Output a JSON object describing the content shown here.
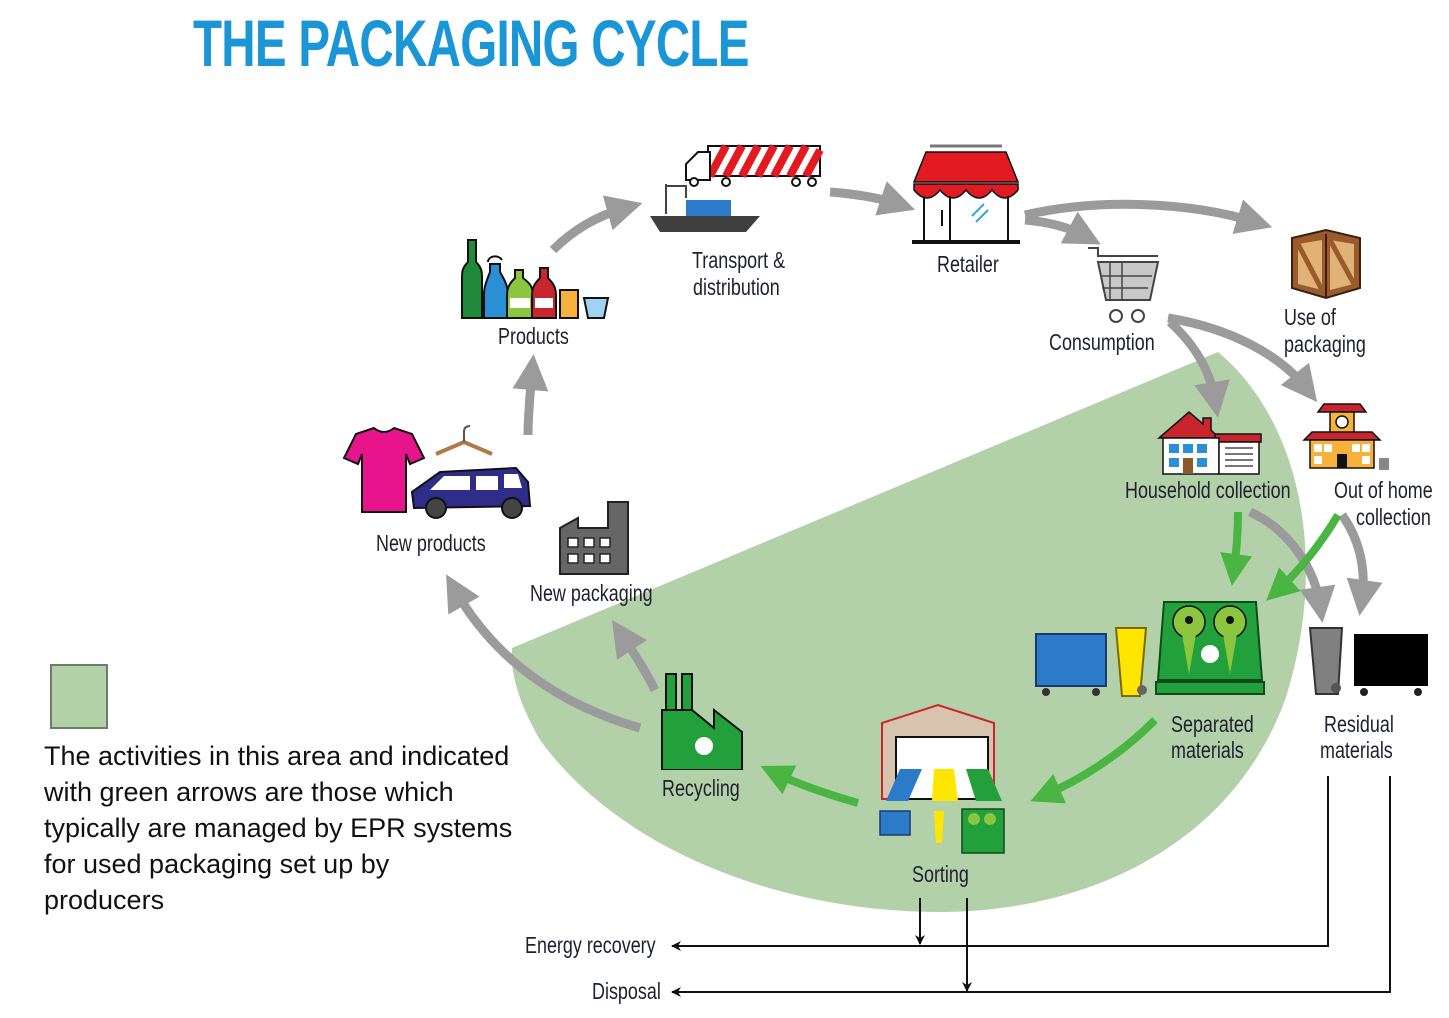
{
  "title": "THE PACKAGING CYCLE",
  "colors": {
    "title": "#1a95d6",
    "epr_area": "#b3d1a8",
    "gray_arrow": "#9b9b9b",
    "green_arrow": "#4bb543",
    "flow_line": "#111111"
  },
  "stages": {
    "products": {
      "label": "Products",
      "icon": "bottles-icon"
    },
    "transport": {
      "label_line1": "Transport &",
      "label_line2": "distribution",
      "icon": "truck-ship-icon"
    },
    "retailer": {
      "label": "Retailer",
      "icon": "shop-icon"
    },
    "consumption": {
      "label": "Consumption",
      "icon": "shopping-cart-icon"
    },
    "use_of_packaging": {
      "label_line1": "Use of",
      "label_line2": "packaging",
      "icon": "wooden-crate-icon"
    },
    "household_collection": {
      "label": "Household collection",
      "icon": "house-icon"
    },
    "out_of_home_collection": {
      "label_line1": "Out of home",
      "label_line2": "collection",
      "icon": "school-building-icon"
    },
    "separated_materials": {
      "label_line1": "Separated",
      "label_line2": "materials",
      "icon": "recycling-bins-icon"
    },
    "residual_materials": {
      "label_line1": "Residual",
      "label_line2": "materials",
      "icon": "waste-bins-icon"
    },
    "sorting": {
      "label": "Sorting",
      "icon": "sorting-facility-icon"
    },
    "recycling": {
      "label": "Recycling",
      "icon": "recycling-factory-icon"
    },
    "new_packaging": {
      "label": "New packaging",
      "icon": "factory-icon"
    },
    "new_products": {
      "label": "New products",
      "icon": "shirt-car-icon"
    }
  },
  "outputs": {
    "energy_recovery": "Energy recovery",
    "disposal": "Disposal"
  },
  "legend": {
    "text": "The activities in this area and indicated with green arrows are those which typically are managed by EPR systems for used packaging set up by producers"
  }
}
